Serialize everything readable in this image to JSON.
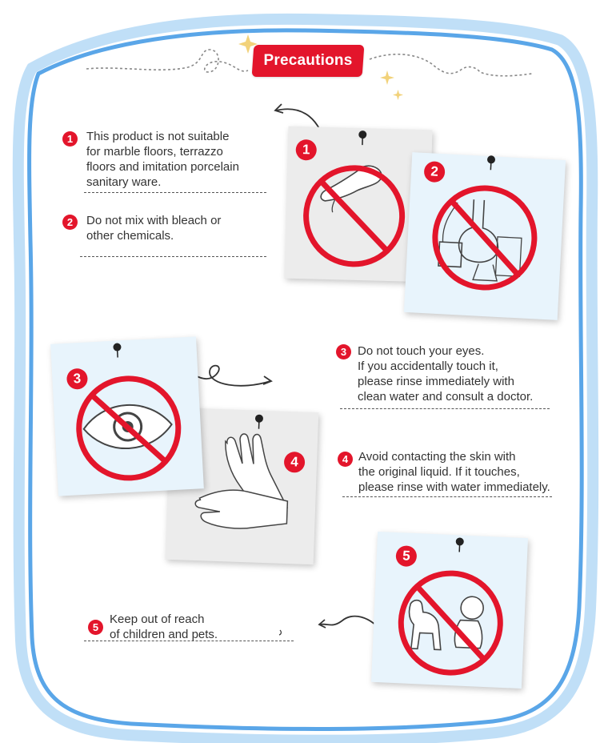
{
  "title": "Precautions",
  "colors": {
    "accent": "#e3152b",
    "frame_blue": "#7ab8ee",
    "card_blue": "#e8f4fc",
    "card_gray": "#ececec"
  },
  "items": [
    {
      "number": "1",
      "lines": [
        "This product is not suitable",
        "for marble floors, terrazzo",
        "floors and imitation porcelain",
        "sanitary ware."
      ]
    },
    {
      "number": "2",
      "lines": [
        "Do not mix with bleach or",
        "other chemicals."
      ]
    },
    {
      "number": "3",
      "lines": [
        "Do not touch your eyes.",
        "If you accidentally touch it,",
        "please rinse immediately with",
        "clean water and consult a doctor."
      ]
    },
    {
      "number": "4",
      "lines": [
        "Avoid contacting the skin with",
        "the original liquid. If it touches,",
        "please rinse with water immediately."
      ]
    },
    {
      "number": "5",
      "lines": [
        "Keep out of reach",
        "of children and pets."
      ]
    }
  ],
  "cards": [
    {
      "badge": "1",
      "icon": "no-pouring-icon"
    },
    {
      "badge": "2",
      "icon": "no-chemistry-icon"
    },
    {
      "badge": "3",
      "icon": "no-eye-contact-icon"
    },
    {
      "badge": "4",
      "icon": "gloves-icon"
    },
    {
      "badge": "5",
      "icon": "no-children-pets-icon"
    }
  ]
}
